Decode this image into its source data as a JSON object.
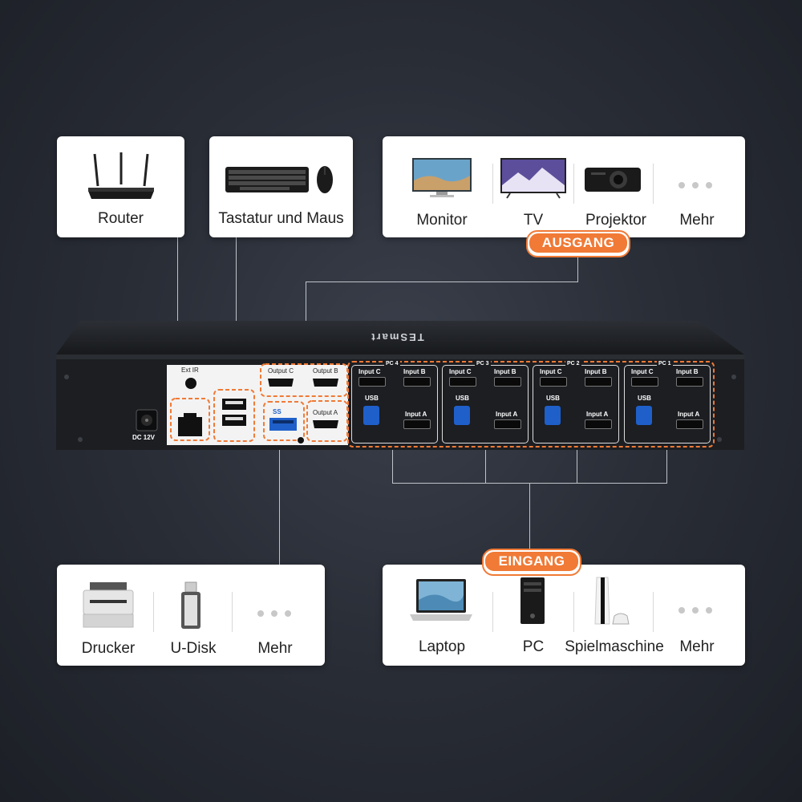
{
  "cards": {
    "router": {
      "label": "Router"
    },
    "keyboard": {
      "label": "Tastatur und Maus"
    },
    "output": {
      "items": [
        "Monitor",
        "TV",
        "Projektor",
        "Mehr"
      ],
      "badge": "AUSGANG"
    },
    "usb_devices": {
      "items": [
        "Drucker",
        "U-Disk",
        "Mehr"
      ]
    },
    "input": {
      "items": [
        "Laptop",
        "PC",
        "Spielmaschine",
        "Mehr"
      ],
      "badge": "EINGANG"
    }
  },
  "device": {
    "brand_plate": "TESmart",
    "dc_label": "DC 12V",
    "ext_ir_label": "Ext IR",
    "outputs": [
      "Output C",
      "Output B",
      "Output A"
    ],
    "usb3_label": "SS",
    "pc_groups": [
      {
        "name": "PC 4",
        "input_c": "Input C",
        "input_b": "Input B",
        "usb": "USB",
        "input_a": "Input A"
      },
      {
        "name": "PC 3",
        "input_c": "Input C",
        "input_b": "Input B",
        "usb": "USB",
        "input_a": "Input A"
      },
      {
        "name": "PC 2",
        "input_c": "Input C",
        "input_b": "Input B",
        "usb": "USB",
        "input_a": "Input A"
      },
      {
        "name": "PC 1",
        "input_c": "Input C",
        "input_b": "Input B",
        "usb": "USB",
        "input_a": "Input A"
      }
    ]
  },
  "colors": {
    "accent": "#f07a36",
    "device_body": "#1e2024",
    "port_panel": "#ffffff"
  }
}
